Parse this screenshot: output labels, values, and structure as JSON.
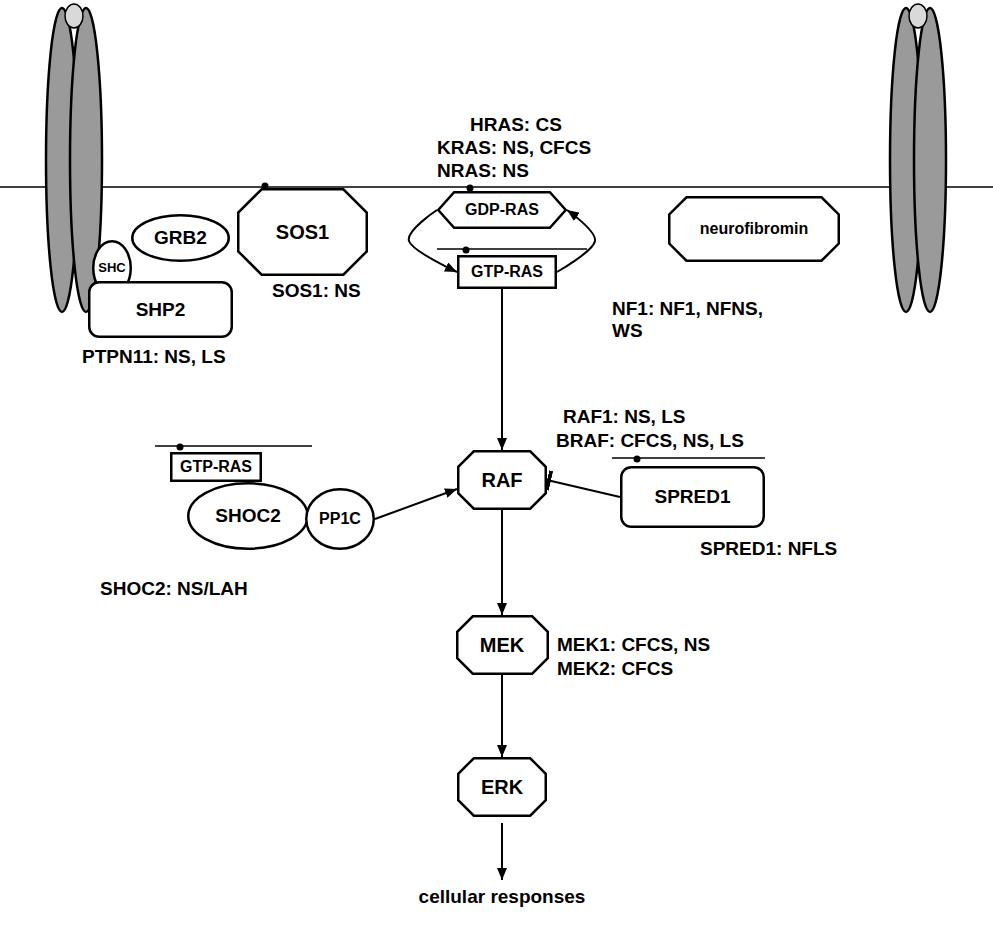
{
  "diagram": {
    "nodes": [
      {
        "text": [
          "SOS1"
        ]
      },
      {
        "text": [
          "GDP-RAS"
        ]
      },
      {
        "text": [
          "neurofibromin"
        ]
      },
      {
        "text": [
          "GRB2"
        ]
      },
      {
        "text": [
          "SHC"
        ]
      },
      {
        "text": [
          "GTP-RAS"
        ]
      },
      {
        "text": [
          "SHP2"
        ]
      },
      {
        "text": [
          "RAF"
        ]
      },
      {
        "text": [
          "GTP-RAS"
        ]
      },
      {
        "text": [
          "SPRED1"
        ]
      },
      {
        "text": [
          "SHOC2"
        ]
      },
      {
        "text": [
          "PP1C"
        ]
      },
      {
        "text": [
          "MEK"
        ]
      },
      {
        "text": [
          "ERK"
        ]
      }
    ],
    "edges": [
      {
        "from": 1,
        "to": 5,
        "arrow": "to"
      },
      {
        "from": 5,
        "to": 1,
        "arrow": "to"
      },
      {
        "from": 5,
        "to": 7,
        "arrow": "to"
      },
      {
        "from": 11,
        "to": 7,
        "arrow": "to"
      },
      {
        "from": 9,
        "to": 7,
        "arrow": "to"
      },
      {
        "from": 7,
        "to": 12,
        "arrow": "to"
      },
      {
        "from": 12,
        "to": 13,
        "arrow": "to"
      }
    ],
    "labels": [
      "HRAS: CS",
      "KRAS: NS, CFCS",
      "NRAS: NS",
      "SOS1: NS",
      "NF1: NF1, NFNS, WS",
      "PTPN11: NS, LS",
      "RAF1: NS, LS",
      "BRAF: CFCS, NS, LS",
      "SHOC2: NS/LAH",
      "SPRED1: NFLS",
      "MEK1: CFCS, NS",
      "MEK2: CFCS",
      "cellular responses"
    ]
  }
}
